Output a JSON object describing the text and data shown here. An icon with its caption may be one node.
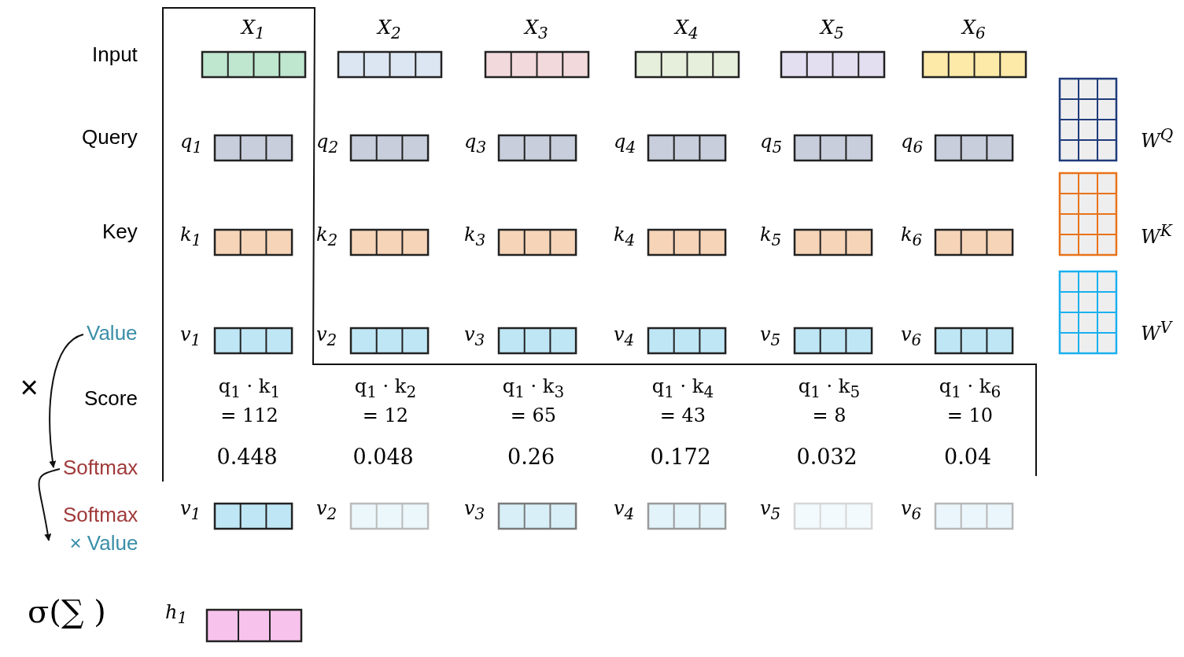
{
  "diagram": {
    "nodes": [
      {
        "text": [
          "Value"
        ]
      },
      {
        "text": [
          "Softmax"
        ]
      },
      {
        "text": [
          "Softmax",
          "× Value"
        ]
      }
    ],
    "edges": [
      {
        "from": 0,
        "to": 1,
        "arrow": "to",
        "label": "×"
      },
      {
        "from": 1,
        "to": 2,
        "arrow": "to"
      }
    ],
    "labels": [
      "X$_{1}$",
      "X$_{2}$",
      "X$_{3}$",
      "X$_{4}$",
      "X$_{5}$",
      "X$_{6}$",
      "Input",
      "Query",
      "q$_{1}$",
      "q$_{2}$",
      "q$_{3}$",
      "q$_{4}$",
      "q$_{5}$",
      "q$_{6}$",
      "W$^{Q}$",
      "Key",
      "k$_{1}$",
      "k$_{2}$",
      "k$_{3}$",
      "k$_{4}$",
      "k$_{5}$",
      "k$_{6}$",
      "W$^{K}$",
      "v$_{1}$",
      "v$_{2}$",
      "v$_{3}$",
      "v$_{4}$",
      "v$_{5}$",
      "v$_{6}$",
      "W$^{V}$",
      "Score",
      "q$_{1}$ · k$_{1}$ = 112",
      "q$_{1}$ · k$_{2}$ = 12",
      "q$_{1}$ · k$_{3}$ = 65",
      "q$_{1}$ · k$_{4}$ = 43",
      "q$_{1}$ · k$_{5}$ = 8",
      "q$_{1}$ · k$_{6}$ = 10",
      "0.448",
      "0.048",
      "0.26",
      "0.172",
      "0.032",
      "0.04",
      "v$_{1}$",
      "v$_{2}$",
      "v$_{3}$",
      "v$_{4}$",
      "v$_{5}$",
      "v$_{6}$",
      "σ(∑ )",
      "h$_{1}$"
    ]
  }
}
